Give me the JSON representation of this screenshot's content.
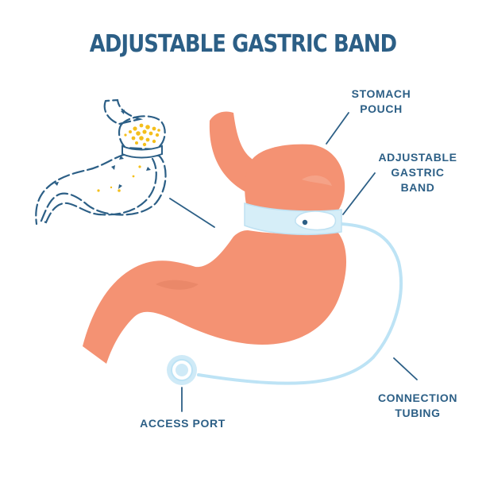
{
  "title": "ADJUSTABLE GASTRIC BAND",
  "labels": {
    "stomach_pouch": [
      "STOMACH",
      "POUCH"
    ],
    "gastric_band": [
      "ADJUSTABLE",
      "GASTRIC",
      "BAND"
    ],
    "connection_tubing": [
      "CONNECTION",
      "TUBING"
    ],
    "access_port": "ACCESS PORT"
  },
  "colors": {
    "title": "#2c5f86",
    "label": "#2c5f86",
    "leader_line": "#2c5f86",
    "stomach": "#f49273",
    "stomach_shadow": "#e27f60",
    "band": "#d6eef8",
    "band_outline": "#bfe1f2",
    "tubing": "#bde3f5",
    "port_outer": "#cfeaf7",
    "port_inner": "#e9f6fc",
    "food": "#f4bf1c",
    "sketch": "#2c5f86"
  }
}
